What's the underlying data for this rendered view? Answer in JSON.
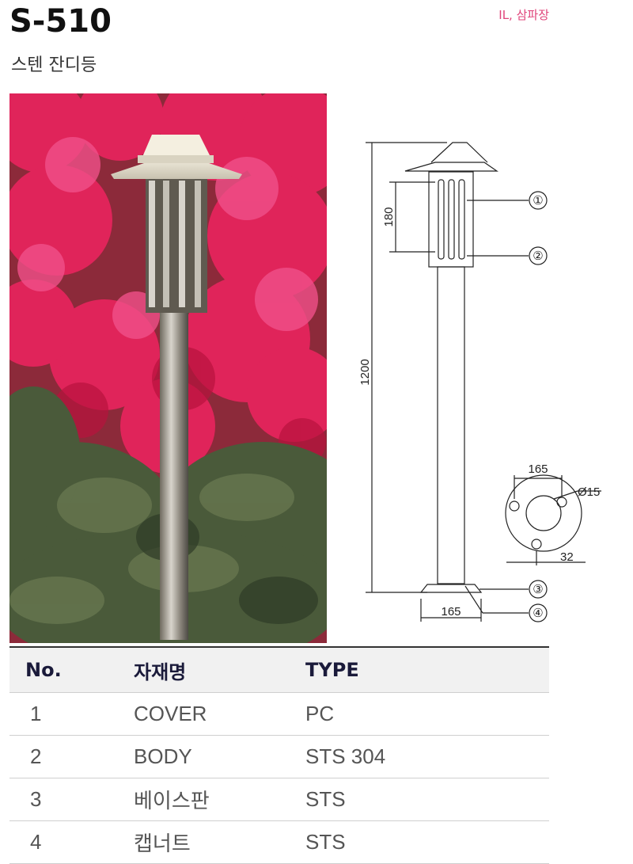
{
  "header": {
    "model": "S-510",
    "subtitle": "스텐 잔디등",
    "tag": "IL, 삼파장"
  },
  "drawing": {
    "dim_height_total": "1200",
    "dim_cover": "180",
    "dim_base_width": "165",
    "dim_plate_width": "165",
    "dim_hole": "Ø15",
    "dim_offset": "32",
    "callouts": [
      "①",
      "②",
      "③",
      "④"
    ]
  },
  "table": {
    "headers": [
      "No.",
      "자재명",
      "TYPE"
    ],
    "rows": [
      [
        "1",
        "COVER",
        "PC"
      ],
      [
        "2",
        "BODY",
        "STS 304"
      ],
      [
        "3",
        "베이스판",
        "STS"
      ],
      [
        "4",
        "캡너트",
        "STS"
      ]
    ]
  },
  "colors": {
    "tag": "#e0457b",
    "flowers": "#e0245a",
    "foliage": "#4a5a3a"
  }
}
